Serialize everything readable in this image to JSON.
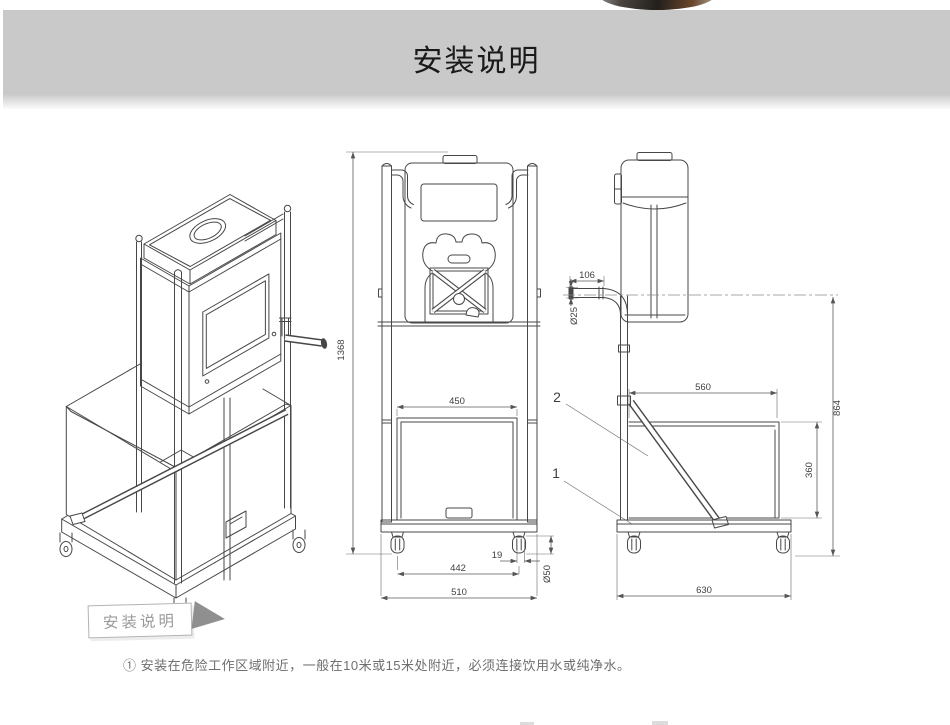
{
  "header": {
    "title": "安装说明"
  },
  "colors": {
    "header_bg": "#c9c9c9",
    "drawing_line": "#474747",
    "dim_text": "#3f3f3f",
    "footnote_text": "#6e6e6e",
    "tag_border": "#b3b3b3",
    "tag_text": "#9a9a9a",
    "tag_arrow": "#8f8f8f"
  },
  "views": {
    "front": {
      "dims": {
        "overall_height": "1368",
        "box_width": "450",
        "wheel_offset": "19",
        "wheel_span": "442",
        "base_width": "510",
        "wheel_dia": "Ø50"
      }
    },
    "side": {
      "dims": {
        "handle_length": "106",
        "handle_dia": "Ø25",
        "box_width": "560",
        "overall_height": "864",
        "box_height": "360",
        "base_depth": "630"
      },
      "part_labels": {
        "p1": "1",
        "p2": "2"
      }
    }
  },
  "tag": {
    "label": "安装说明"
  },
  "footnote": {
    "text": "① 安装在危险工作区域附近，一般在10米或15米处附近，必须连接饮用水或纯净水。"
  }
}
